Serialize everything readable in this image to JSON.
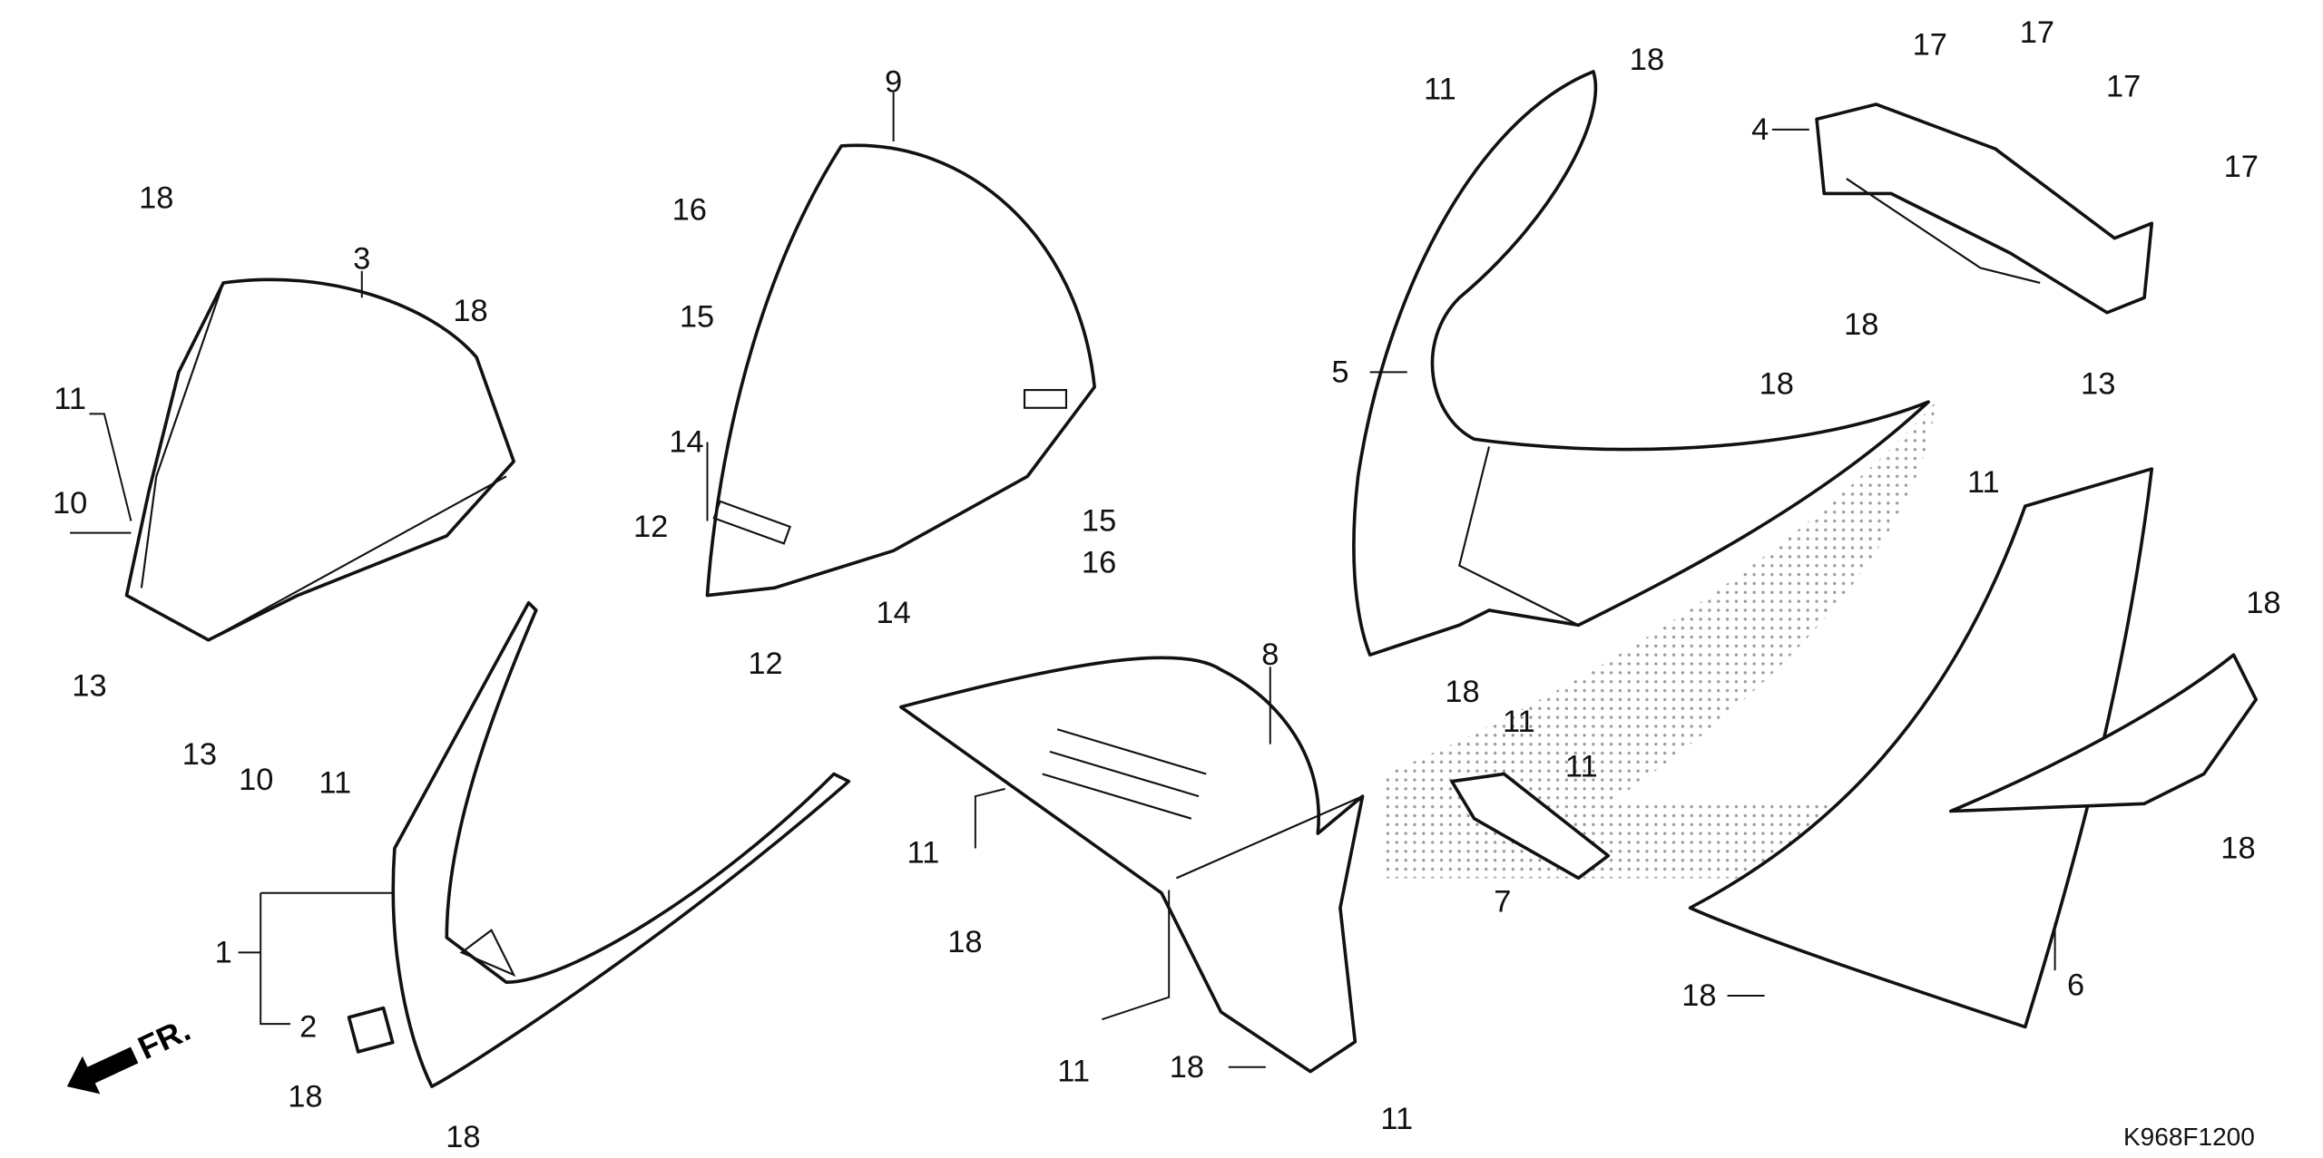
{
  "diagram_code": "K968F1200",
  "direction_label": "FR.",
  "callouts": [
    "18",
    "3",
    "18",
    "11",
    "10",
    "13",
    "13",
    "10",
    "11",
    "1",
    "2",
    "18",
    "18",
    "9",
    "16",
    "15",
    "14",
    "12",
    "15",
    "16",
    "14",
    "12",
    "8",
    "11",
    "18",
    "11",
    "18",
    "11",
    "11",
    "18",
    "5",
    "18",
    "11",
    "11",
    "7",
    "18",
    "18",
    "17",
    "17",
    "17",
    "17",
    "4",
    "13",
    "11",
    "18",
    "18",
    "6",
    "18"
  ]
}
